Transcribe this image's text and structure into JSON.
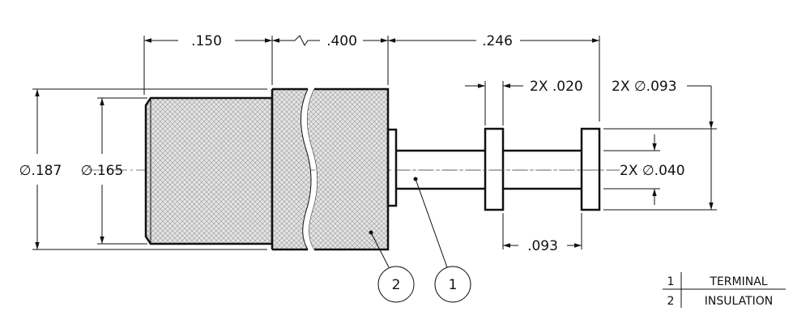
{
  "dimensions": {
    "len_ring": ".150",
    "len_body": ".400",
    "len_pin": ".246",
    "flange_thk": "2X .020",
    "flange_dia": "2X ∅.093",
    "dia_outer": "∅.187",
    "dia_inner": "∅.165",
    "pin_dia": "2X ∅.040",
    "flange_spacing": ".093"
  },
  "balloons": [
    {
      "number": "2"
    },
    {
      "number": "1"
    }
  ],
  "legend": [
    {
      "number": "1",
      "label": "TERMINAL"
    },
    {
      "number": "2",
      "label": "INSULATION"
    }
  ]
}
